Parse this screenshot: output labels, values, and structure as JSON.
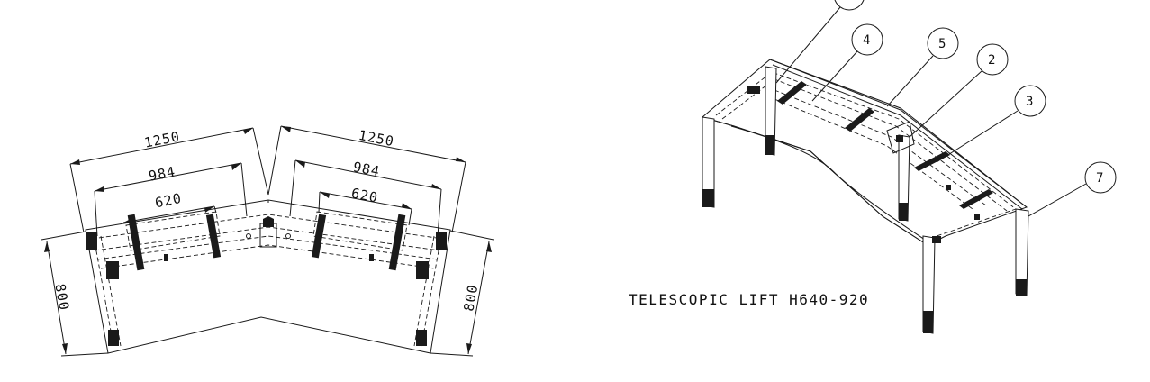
{
  "plan_view": {
    "dimensions": {
      "left_top_width": "1250",
      "left_mid_width": "984",
      "left_inner_width": "620",
      "right_top_width": "1250",
      "right_mid_width": "984",
      "right_inner_width": "620",
      "left_depth": "800",
      "right_depth": "800"
    }
  },
  "iso_view": {
    "callouts": [
      "4",
      "5",
      "2",
      "3",
      "7"
    ],
    "caption": "TELESCOPIC LIFT H640-920"
  },
  "colors": {
    "ink": "#1a1a1a",
    "background": "#ffffff"
  }
}
